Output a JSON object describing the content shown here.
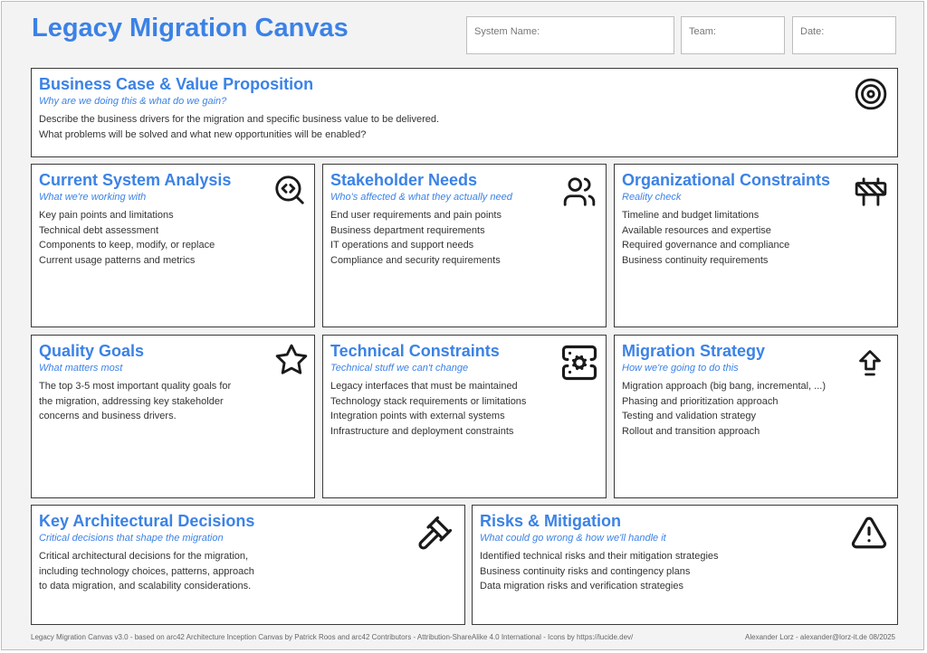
{
  "header": {
    "title": "Legacy Migration Canvas",
    "fields": {
      "system": "System Name:",
      "team": "Team:",
      "date": "Date:"
    }
  },
  "sections": {
    "business": {
      "title": "Business Case & Value Proposition",
      "subtitle": "Why are we doing this & what do we gain?",
      "lines": [
        "Describe the business drivers for the migration and specific business value to be delivered.",
        "What problems will be solved and what new opportunities will be enabled?"
      ],
      "icon": "target-icon"
    },
    "current": {
      "title": "Current System Analysis",
      "subtitle": "What we're working with",
      "lines": [
        "Key pain points and limitations",
        "Technical debt assessment",
        "Components to keep, modify, or replace",
        "Current usage patterns and metrics"
      ],
      "icon": "code-search-icon"
    },
    "stakeholders": {
      "title": "Stakeholder Needs",
      "subtitle": "Who's affected & what they actually need",
      "lines": [
        "End user requirements and pain points",
        "Business department requirements",
        "IT operations and support needs",
        "Compliance and security requirements"
      ],
      "icon": "users-icon"
    },
    "org": {
      "title": "Organizational Constraints",
      "subtitle": "Reality check",
      "lines": [
        "Timeline and budget limitations",
        "Available resources and expertise",
        "Required governance and compliance",
        "Business continuity requirements"
      ],
      "icon": "construction-barrier-icon"
    },
    "quality": {
      "title": "Quality Goals",
      "subtitle": "What matters most",
      "lines": [
        "The top 3-5 most important quality goals for",
        "the migration, addressing key stakeholder",
        "concerns and business drivers."
      ],
      "icon": "star-icon"
    },
    "technical": {
      "title": "Technical Constraints",
      "subtitle": "Technical stuff we can't change",
      "lines": [
        "Legacy interfaces that must be maintained",
        "Technology stack requirements or limitations",
        "Integration points with external systems",
        "Infrastructure and deployment constraints"
      ],
      "icon": "server-cog-icon"
    },
    "strategy": {
      "title": "Migration Strategy",
      "subtitle": "How we're going to do this",
      "lines": [
        "Migration approach (big bang, incremental, ...)",
        "Phasing and prioritization approach",
        "Testing and validation strategy",
        "Rollout and transition approach"
      ],
      "icon": "arrow-up-icon"
    },
    "decisions": {
      "title": "Key Architectural Decisions",
      "subtitle": "Critical decisions that shape the migration",
      "lines": [
        "Critical architectural decisions for the migration,",
        "including technology choices, patterns, approach",
        "to data migration, and scalability considerations."
      ],
      "icon": "gavel-icon"
    },
    "risks": {
      "title": "Risks & Mitigation",
      "subtitle": "What could go wrong & how we'll handle it",
      "lines": [
        "Identified technical risks and their mitigation strategies",
        "Business continuity risks and contingency plans",
        "Data migration risks and verification strategies"
      ],
      "icon": "warning-icon"
    }
  },
  "footer": {
    "left": "Legacy Migration Canvas v3.0 - based on arc42 Architecture Inception Canvas by Patrick Roos and arc42 Contributors - Attribution-ShareAlike 4.0 International - Icons by https://lucide.dev/",
    "right": "Alexander Lorz - alexander@lorz-it.de 08/2025"
  }
}
